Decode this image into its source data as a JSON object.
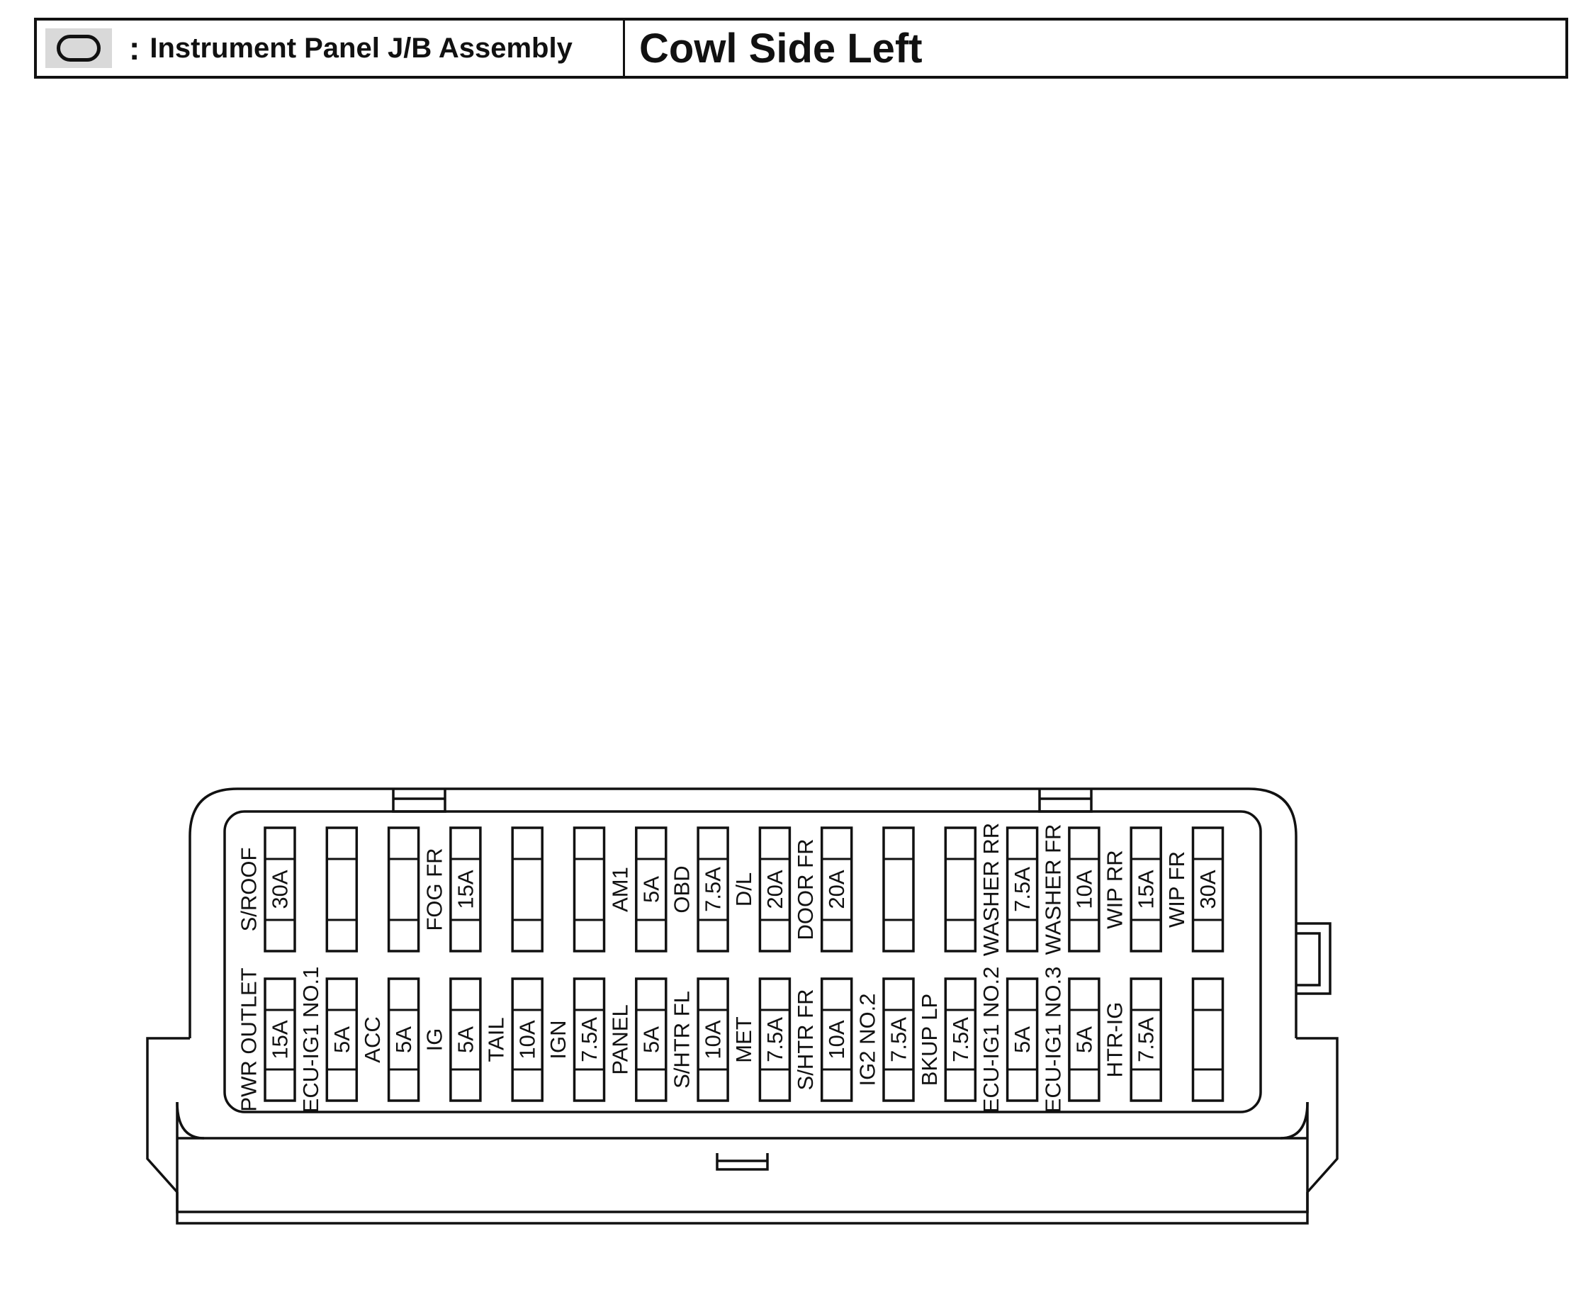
{
  "header": {
    "separator": ":",
    "label": "Instrument Panel J/B Assembly",
    "location": "Cowl Side Left",
    "icon": "rounded-rectangle-icon"
  },
  "fuse_box": {
    "top_row": [
      {
        "label": "S/ROOF",
        "rating": "30A"
      },
      {
        "label": "",
        "rating": ""
      },
      {
        "label": "",
        "rating": ""
      },
      {
        "label": "FOG FR",
        "rating": "15A"
      },
      {
        "label": "",
        "rating": ""
      },
      {
        "label": "",
        "rating": ""
      },
      {
        "label": "AM1",
        "rating": "5A"
      },
      {
        "label": "OBD",
        "rating": "7.5A"
      },
      {
        "label": "D/L",
        "rating": "20A"
      },
      {
        "label": "DOOR FR",
        "rating": "20A"
      },
      {
        "label": "",
        "rating": ""
      },
      {
        "label": "",
        "rating": ""
      },
      {
        "label": "WASHER RR",
        "rating": "7.5A"
      },
      {
        "label": "WASHER FR",
        "rating": "10A"
      },
      {
        "label": "WIP RR",
        "rating": "15A"
      },
      {
        "label": "WIP FR",
        "rating": "30A"
      }
    ],
    "bottom_row": [
      {
        "label": "PWR OUTLET",
        "rating": "15A"
      },
      {
        "label": "ECU-IG1 NO.1",
        "rating": "5A"
      },
      {
        "label": "ACC",
        "rating": "5A"
      },
      {
        "label": "IG",
        "rating": "5A"
      },
      {
        "label": "TAIL",
        "rating": "10A"
      },
      {
        "label": "IGN",
        "rating": "7.5A"
      },
      {
        "label": "PANEL",
        "rating": "5A"
      },
      {
        "label": "S/HTR FL",
        "rating": "10A"
      },
      {
        "label": "MET",
        "rating": "7.5A"
      },
      {
        "label": "S/HTR FR",
        "rating": "10A"
      },
      {
        "label": "IG2 NO.2",
        "rating": "7.5A"
      },
      {
        "label": "BKUP LP",
        "rating": "7.5A"
      },
      {
        "label": "ECU-IG1 NO.2",
        "rating": "5A"
      },
      {
        "label": "ECU-IG1 NO.3",
        "rating": "5A"
      },
      {
        "label": "HTR-IG",
        "rating": "7.5A"
      },
      {
        "label": "",
        "rating": ""
      }
    ]
  }
}
